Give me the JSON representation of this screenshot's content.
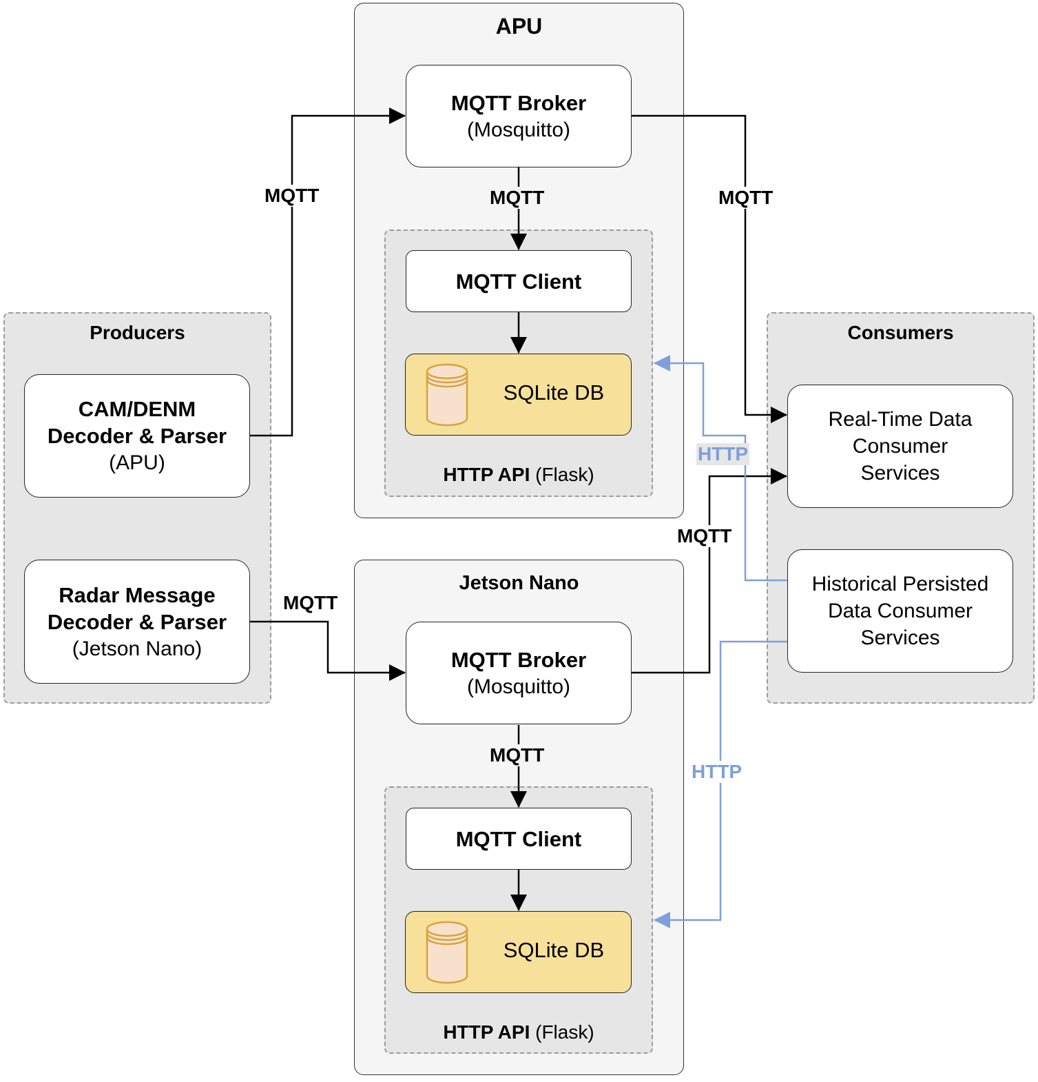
{
  "apu": {
    "title": "APU",
    "broker": {
      "title": "MQTT Broker",
      "subtitle": "(Mosquitto)"
    },
    "broker_to_client_label": "MQTT",
    "client": {
      "title": "MQTT Client"
    },
    "db": {
      "label": "SQLite DB"
    },
    "api": {
      "bold": "HTTP API",
      "rest": "(Flask)"
    }
  },
  "jetson": {
    "title": "Jetson Nano",
    "broker": {
      "title": "MQTT Broker",
      "subtitle": "(Mosquitto)"
    },
    "broker_to_client_label": "MQTT",
    "client": {
      "title": "MQTT Client"
    },
    "db": {
      "label": "SQLite DB"
    },
    "api": {
      "bold": "HTTP API",
      "rest": "(Flask)"
    }
  },
  "producers": {
    "title": "Producers",
    "cam": {
      "line1": "CAM/DENM",
      "line2": "Decoder & Parser",
      "line3": "(APU)"
    },
    "radar": {
      "line1": "Radar Message",
      "line2": "Decoder & Parser",
      "line3": "(Jetson Nano)"
    }
  },
  "consumers": {
    "title": "Consumers",
    "realtime": {
      "line1": "Real-Time Data",
      "line2": "Consumer",
      "line3": "Services"
    },
    "historical": {
      "line1": "Historical Persisted",
      "line2": "Data Consumer",
      "line3": "Services"
    }
  },
  "edges": {
    "cam_to_apu_broker": "MQTT",
    "apu_broker_to_realtime": "MQTT",
    "radar_to_jetson_broker": "MQTT",
    "jetson_broker_to_realtime": "MQTT",
    "apu_api_http": "HTTP",
    "jetson_api_http": "HTTP"
  },
  "colors": {
    "http": "#7e9fdb",
    "db_fill": "#f7e09a",
    "db_icon_fill": "#f8e1cc",
    "db_icon_stroke": "#d7a43a",
    "group_fill": "#e6e6e6",
    "device_fill": "#f5f5f5"
  },
  "icons": {
    "database": "database-cylinder-icon"
  }
}
